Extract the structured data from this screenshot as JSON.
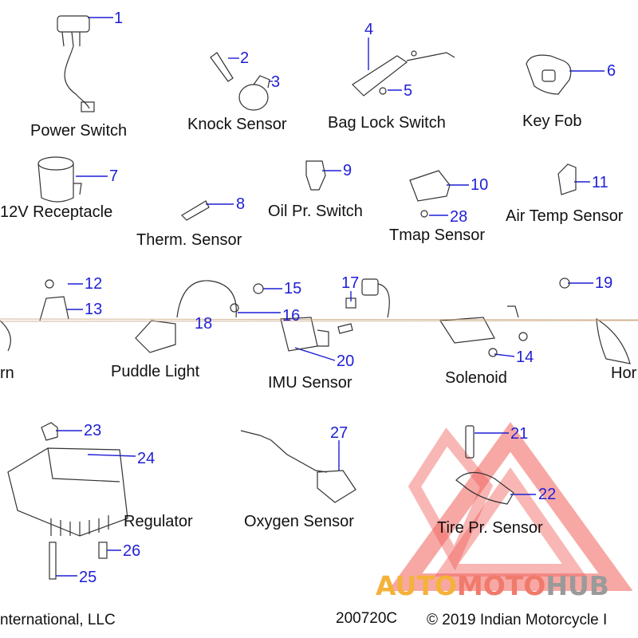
{
  "parts": [
    {
      "id": "power-switch",
      "label": "Power Switch",
      "numbers": [
        "1"
      ]
    },
    {
      "id": "knock-sensor",
      "label": "Knock Sensor",
      "numbers": [
        "2",
        "3"
      ]
    },
    {
      "id": "bag-lock-switch",
      "label": "Bag Lock Switch",
      "numbers": [
        "4",
        "5"
      ]
    },
    {
      "id": "key-fob",
      "label": "Key Fob",
      "numbers": [
        "6"
      ]
    },
    {
      "id": "receptacle-12v",
      "label": "12V Receptacle",
      "numbers": [
        "7"
      ]
    },
    {
      "id": "therm-sensor",
      "label": "Therm. Sensor",
      "numbers": [
        "8"
      ]
    },
    {
      "id": "oil-pr-switch",
      "label": "Oil Pr. Switch",
      "numbers": [
        "9"
      ]
    },
    {
      "id": "tmap-sensor",
      "label": "Tmap Sensor",
      "numbers": [
        "10",
        "28"
      ]
    },
    {
      "id": "air-temp-sensor",
      "label": "Air Temp Sensor",
      "numbers": [
        "11"
      ]
    },
    {
      "id": "horn-left",
      "label": "rn",
      "numbers": [
        "12",
        "13"
      ]
    },
    {
      "id": "puddle-light",
      "label": "Puddle Light",
      "numbers": [
        "15",
        "16",
        "18"
      ]
    },
    {
      "id": "imu-sensor",
      "label": "IMU Sensor",
      "numbers": [
        "17",
        "20"
      ]
    },
    {
      "id": "solenoid",
      "label": "Solenoid",
      "numbers": [
        "14"
      ]
    },
    {
      "id": "horn-right",
      "label": "Hor",
      "numbers": [
        "19"
      ]
    },
    {
      "id": "regulator",
      "label": "Regulator",
      "numbers": [
        "23",
        "24",
        "25",
        "26"
      ]
    },
    {
      "id": "oxygen-sensor",
      "label": "Oxygen Sensor",
      "numbers": [
        "27"
      ]
    },
    {
      "id": "tire-pr-sensor",
      "label": "Tire Pr. Sensor",
      "numbers": [
        "21",
        "22"
      ]
    }
  ],
  "footer": {
    "left": "nternational, LLC",
    "code": "200720C",
    "right": "© 2019 Indian Motorcycle I"
  },
  "watermark": {
    "part1": "AUTO",
    "part2": "MOTO",
    "part3": "HUB",
    "colors": {
      "part1": "#f4b23a",
      "part2": "#f07a6c",
      "part3": "#9a9a9a",
      "triangle": "#f0605a"
    }
  },
  "colors": {
    "callout": "#1f1fd6",
    "line": "#1f1fd6",
    "drawing": "#333333"
  }
}
